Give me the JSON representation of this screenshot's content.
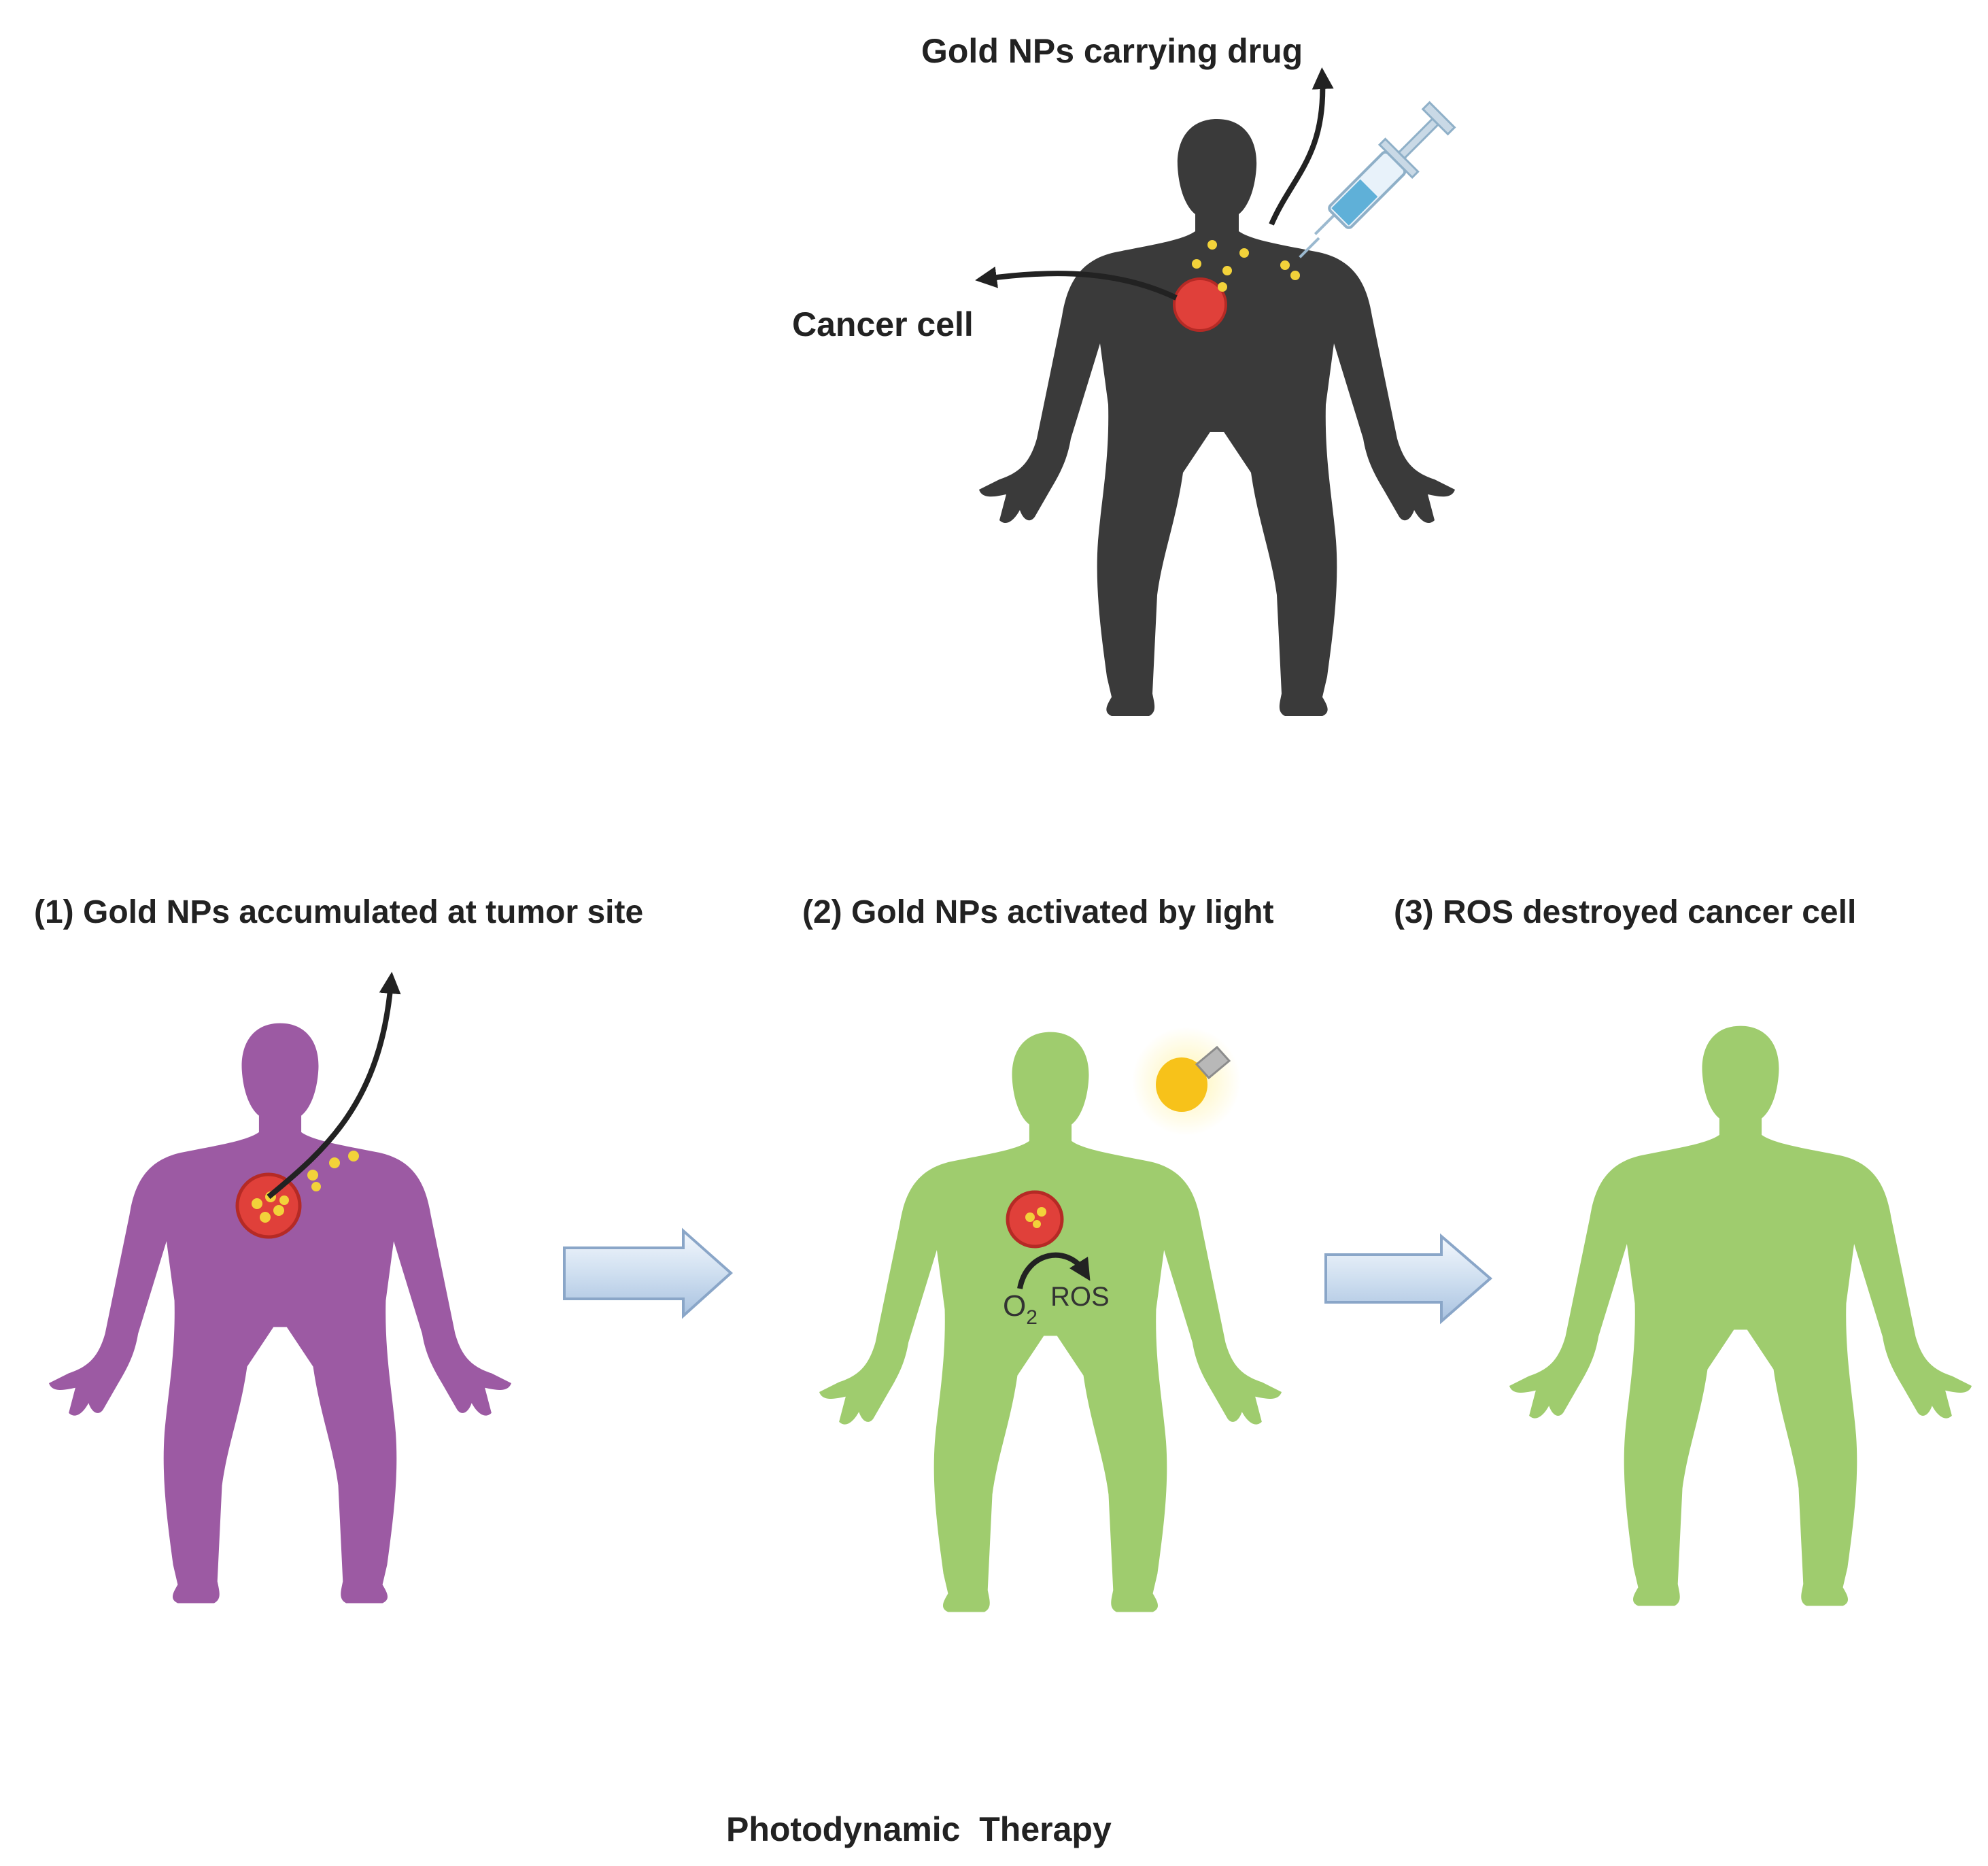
{
  "colors": {
    "body_top": "#3a3a3a",
    "body_stage1": "#9c5aa3",
    "body_stage2": "#9fcc6e",
    "body_stage3": "#9fcc6e",
    "cancer_cell": "#e0403a",
    "nanoparticle": "#f2d23a",
    "arrow_fill": "#dbe8f6",
    "arrow_stroke": "#8aa6c8",
    "bulb": "#f7c21a"
  },
  "labels": {
    "top_drug": "Gold NPs carrying drug",
    "top_cancer": "Cancer cell",
    "step1": "(1) Gold NPs accumulated at tumor site",
    "step2": "(2) Gold NPs activated by light",
    "step3": "(3) ROS destroyed cancer cell",
    "o2": "O",
    "o2_sub": "2",
    "ros": "ROS",
    "caption": "Photodynamic  Therapy"
  },
  "icons": {
    "syringe": "syringe-icon",
    "bulb": "light-bulb-icon",
    "flow_arrow": "right-arrow-icon"
  }
}
